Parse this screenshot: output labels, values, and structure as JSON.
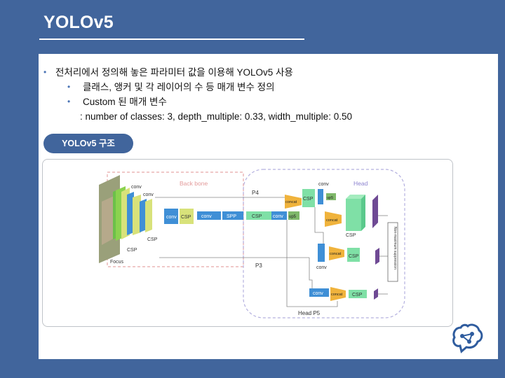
{
  "slide": {
    "title": "YOLOv5",
    "bullets": [
      {
        "text": "전처리에서 정의해 놓은 파라미터 값을 이용해 YOLOv5 사용",
        "level": 1
      },
      {
        "text": "클래스, 앵커 및 각 레이어의 수 등 매개 변수 정의",
        "level": 2
      },
      {
        "text": "Custom 된 매개 변수",
        "level": 2
      },
      {
        "text": ": number of classes: 3, depth_multiple: 0.33, width_multiple: 0.50",
        "level": 3
      }
    ],
    "section_pill": "YOLOv5 구조"
  },
  "diagram": {
    "labels": {
      "backbone": "Back bone",
      "head": "Head",
      "head_p5": "Head P5",
      "p4": "P4",
      "p3": "P3",
      "focus": "Focus",
      "conv": "conv",
      "csp": "CSP",
      "spp": "SPP",
      "concat": "concat",
      "up5": "up5",
      "nms": "Non-maximum suppression"
    }
  },
  "colors": {
    "background": "#41659c",
    "accent": "#4a73b5",
    "green": "#6cc04a",
    "yellow_green": "#d8e27a",
    "blue": "#3f8fd6",
    "light_green": "#7fe0a6",
    "purple": "#6f4a94",
    "orange": "#f0b33c"
  },
  "icons": {
    "logo": "brain-network-icon"
  }
}
